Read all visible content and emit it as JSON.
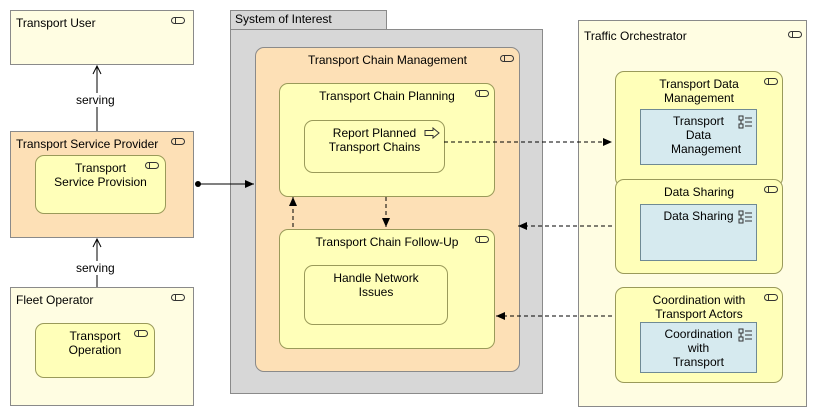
{
  "nodes": {
    "transport_user": {
      "title": "Transport User"
    },
    "transport_service_provider": {
      "title": "Transport Service Provider"
    },
    "transport_service_provision": {
      "title": "Transport Service Provision"
    },
    "fleet_operator": {
      "title": "Fleet Operator"
    },
    "transport_operation": {
      "title": "Transport Operation"
    },
    "system_of_interest": {
      "title": "System of Interest"
    },
    "transport_chain_management": {
      "title": "Transport Chain Management"
    },
    "transport_chain_planning": {
      "title": "Transport Chain Planning"
    },
    "report_planned_transport_chains": {
      "title": "Report Planned Transport Chains"
    },
    "transport_chain_follow_up": {
      "title": "Transport Chain Follow-Up"
    },
    "handle_network_issues": {
      "title": "Handle Network Issues"
    },
    "traffic_orchestrator": {
      "title": "Traffic Orchestrator"
    },
    "transport_data_management_func": {
      "title": "Transport Data Management"
    },
    "transport_data_management_obj": {
      "title": "Transport Data Management"
    },
    "data_sharing_func": {
      "title": "Data Sharing"
    },
    "data_sharing_obj": {
      "title": "Data Sharing"
    },
    "coordination_func": {
      "title": "Coordination with Transport Actors"
    },
    "coordination_obj": {
      "title": "Coordination with Transport"
    }
  },
  "relations": {
    "serving_1": "serving",
    "serving_2": "serving"
  },
  "colors": {
    "light_yellow": "#fffde2",
    "orange": "#fde0b6",
    "yellow": "#ffffb9",
    "gray": "#d7d7d7",
    "blue": "#d6eaef"
  },
  "icons": [
    "component-icon",
    "process-arrow-icon",
    "service-object-icon"
  ]
}
